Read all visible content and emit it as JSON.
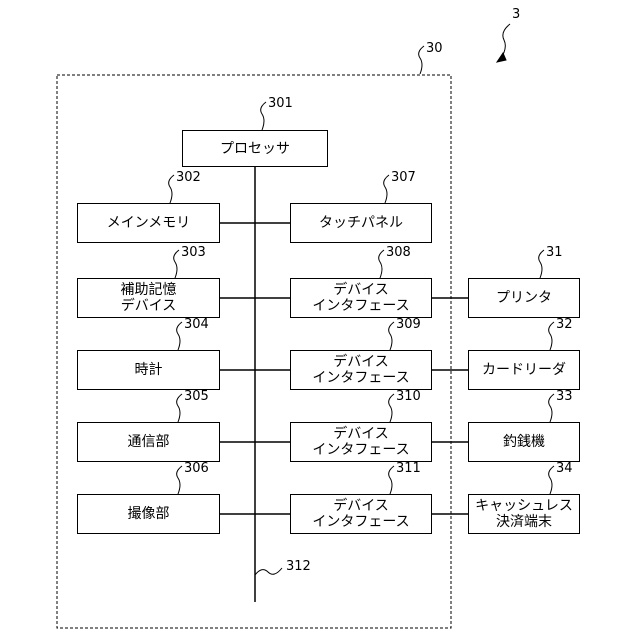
{
  "figure": {
    "ref": "3",
    "device": {
      "ref": "30"
    },
    "bus": {
      "ref": "312"
    }
  },
  "blocks": {
    "processor": {
      "ref": "301",
      "label": "プロセッサ"
    },
    "main_memory": {
      "ref": "302",
      "label": "メインメモリ"
    },
    "touch_panel": {
      "ref": "307",
      "label": "タッチパネル"
    },
    "aux_storage": {
      "ref": "303",
      "line1": "補助記憶",
      "line2": "デバイス"
    },
    "clock": {
      "ref": "304",
      "label": "時計"
    },
    "communication": {
      "ref": "305",
      "label": "通信部"
    },
    "imaging": {
      "ref": "306",
      "label": "撮像部"
    },
    "interface_308": {
      "ref": "308",
      "line1": "デバイス",
      "line2": "インタフェース"
    },
    "interface_309": {
      "ref": "309",
      "line1": "デバイス",
      "line2": "インタフェース"
    },
    "interface_310": {
      "ref": "310",
      "line1": "デバイス",
      "line2": "インタフェース"
    },
    "interface_311": {
      "ref": "311",
      "line1": "デバイス",
      "line2": "インタフェース"
    },
    "printer": {
      "ref": "31",
      "label": "プリンタ"
    },
    "card_reader": {
      "ref": "32",
      "label": "カードリーダ"
    },
    "change_machine": {
      "ref": "33",
      "label": "釣銭機"
    },
    "cashless_terminal": {
      "ref": "34",
      "line1": "キャッシュレス",
      "line2": "決済端末"
    }
  }
}
